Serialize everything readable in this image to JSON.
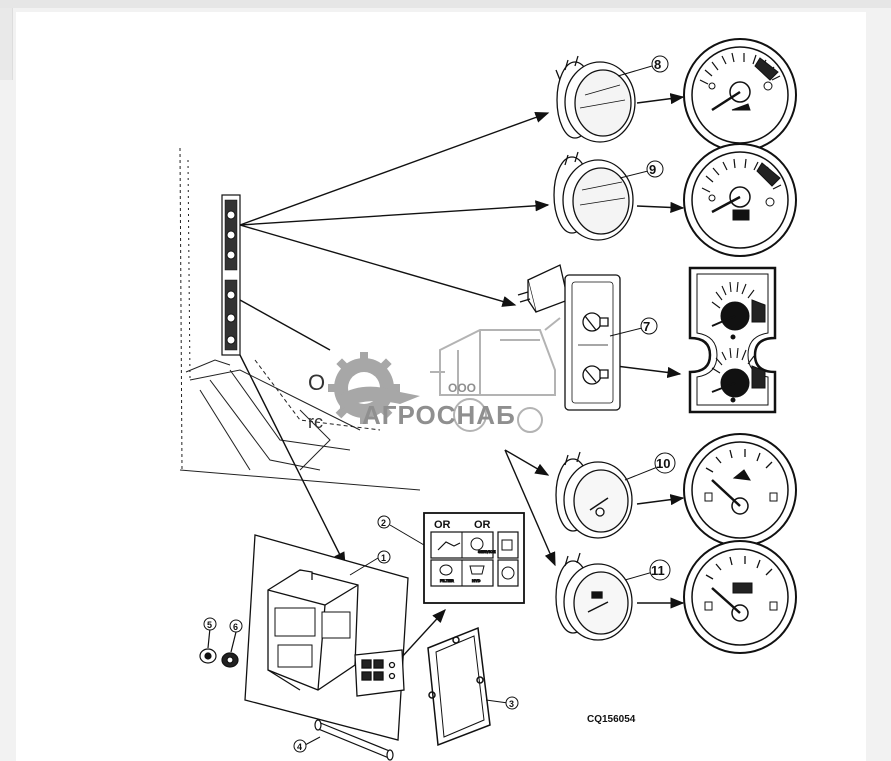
{
  "diagram": {
    "code": "CQ156054",
    "callouts": {
      "n1": "1",
      "n2": "2",
      "n3": "3",
      "n4": "4",
      "n5": "5",
      "n6": "6",
      "n7": "7",
      "n8": "8",
      "n9": "9",
      "n10": "10",
      "n11": "11"
    },
    "stray_text": {
      "a": "O",
      "b": "rc"
    },
    "panel_labels": {
      "l1": "OR",
      "l2": "OR"
    }
  },
  "watermark": {
    "prefix": "ООО",
    "brand": "АГРОСНАБ",
    "color": "#7a7a7a"
  },
  "colors": {
    "ink": "#111111",
    "paper": "#ffffff",
    "background": "#f2f2f2"
  }
}
